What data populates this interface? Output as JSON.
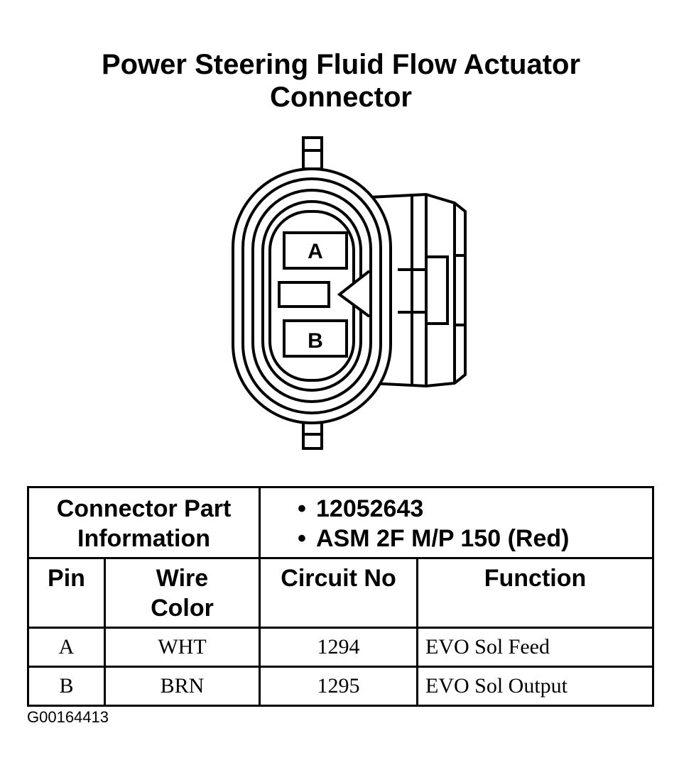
{
  "title": {
    "line1": "Power Steering Fluid Flow Actuator",
    "line2": "Connector"
  },
  "connector": {
    "pins": [
      "A",
      "B"
    ]
  },
  "table": {
    "part_info_label_line1": "Connector Part",
    "part_info_label_line2": "Information",
    "part_numbers": [
      "12052643",
      "ASM 2F M/P 150 (Red)"
    ],
    "bullet": "•",
    "headers": {
      "pin": "Pin",
      "wire_color_line1": "Wire",
      "wire_color_line2": "Color",
      "circuit_no": "Circuit No",
      "function": "Function"
    },
    "rows": [
      {
        "pin": "A",
        "wire_color": "WHT",
        "circuit_no": "1294",
        "function": "EVO Sol Feed"
      },
      {
        "pin": "B",
        "wire_color": "BRN",
        "circuit_no": "1295",
        "function": "EVO Sol Output"
      }
    ]
  },
  "figure_code": "G00164413"
}
